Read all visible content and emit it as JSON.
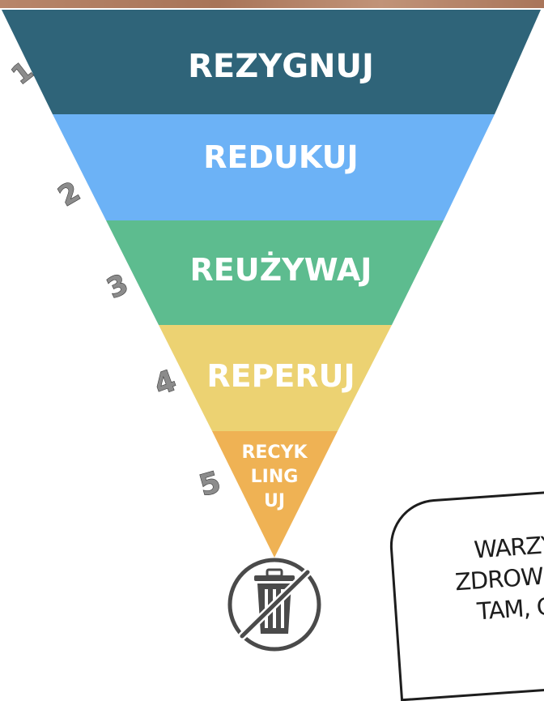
{
  "tiers": [
    {
      "num": "1",
      "label": "REZYGNUJ",
      "color": "#2f6479"
    },
    {
      "num": "2",
      "label": "REDUKUJ",
      "color": "#6cb2f6"
    },
    {
      "num": "3",
      "label": "REUŻYWAJ",
      "color": "#5dbc8f"
    },
    {
      "num": "4",
      "label": "REPERUJ",
      "color": "#ecd272"
    },
    {
      "num": "5",
      "label_lines": [
        "RECYK",
        "LING",
        "UJ"
      ],
      "color": "#efb254"
    }
  ],
  "bottom_icon": "crossed-out-trash-can-icon",
  "speech_bubble": {
    "lines": [
      "WARZY",
      "ZDROWE S",
      "TAM, GI"
    ]
  }
}
